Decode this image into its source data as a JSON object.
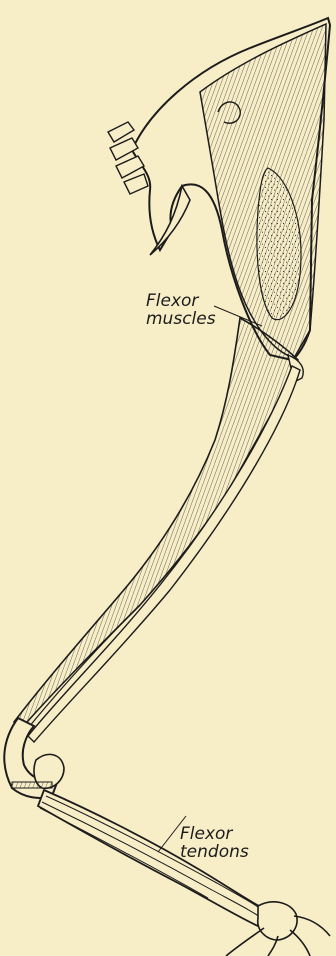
{
  "labels": {
    "flexor_muscles": {
      "line1": "Flexor",
      "line2": "muscles"
    },
    "flexor_tendons": {
      "line1": "Flexor",
      "line2": "tendons"
    }
  },
  "colors": {
    "background": "#f7edc7",
    "ink": "#1c1c1c"
  }
}
